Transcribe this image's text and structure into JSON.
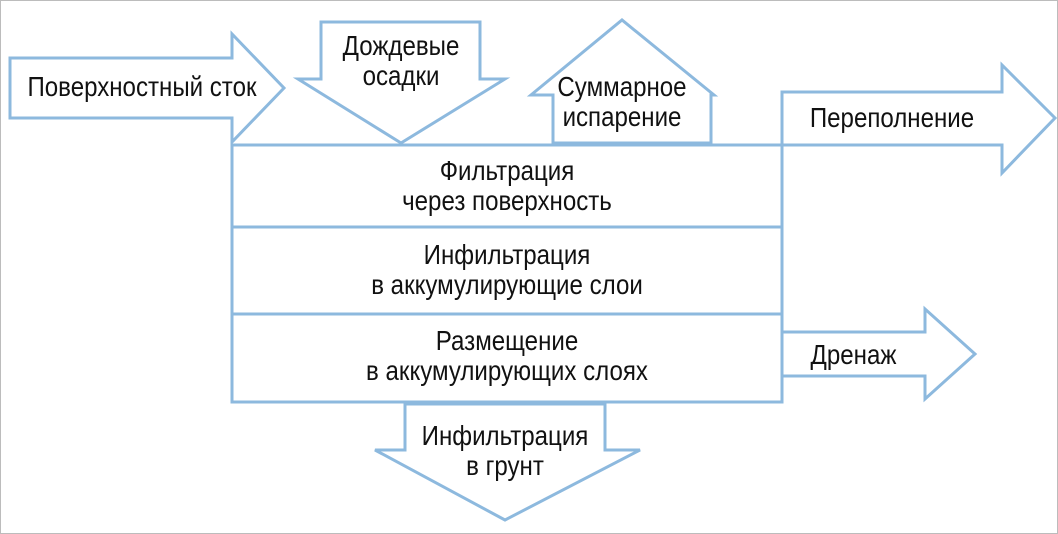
{
  "diagram": {
    "colors": {
      "outline": "#8db9de",
      "fill": "#ffffff",
      "text": "#111111"
    },
    "inputs": {
      "surface_runoff": "Поверхностный сток",
      "rain_line1": "Дождевые",
      "rain_line2": "осадки"
    },
    "outputs": {
      "evaporation_line1": "Суммарное",
      "evaporation_line2": "испарение",
      "overflow": "Переполнение",
      "drainage": "Дренаж",
      "ground_infiltration_line1": "Инфильтрация",
      "ground_infiltration_line2": "в грунт"
    },
    "layers": [
      {
        "line1": "Фильтрация",
        "line2": "через поверхность"
      },
      {
        "line1": "Инфильтрация",
        "line2": "в аккумулирующие слои"
      },
      {
        "line1": "Размещение",
        "line2": "в аккумулирующих слоях"
      }
    ]
  }
}
